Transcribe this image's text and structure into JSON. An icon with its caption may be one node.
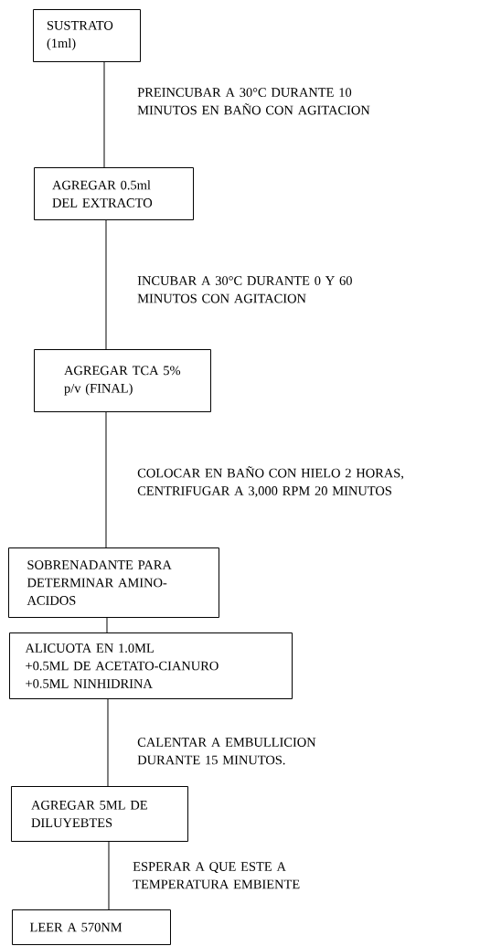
{
  "diagram": {
    "nodes": [
      {
        "text": [
          "SUSTRATO (1ml)"
        ]
      },
      {
        "text": [
          "AGREGAR 0.5ml DEL EXTRACTO"
        ]
      },
      {
        "text": [
          "AGREGAR TCA 5% p/v (FINAL)"
        ]
      },
      {
        "text": [
          "SOBRENADANTE PARA DETERMINAR AMINO-ACIDOS"
        ]
      },
      {
        "text": [
          "ALICUOTA EN 1.0ML",
          "+0.5ML DE ACETATO-CIANURO",
          "+0.5ML NINHIDRINA"
        ]
      },
      {
        "text": [
          "AGREGAR 5ML DE DILUYEBTES"
        ]
      },
      {
        "text": [
          "LEER A 570NM"
        ]
      }
    ],
    "edges": [
      {
        "from": 0,
        "to": 1,
        "arrow": "none",
        "label": "PREINCUBAR A 30°C DURANTE 10 MINUTOS EN BAÑO CON AGITACION"
      },
      {
        "from": 1,
        "to": 2,
        "arrow": "none",
        "label": "INCUBAR A 30°C DURANTE 0 Y 60 MINUTOS CON AGITACION"
      },
      {
        "from": 2,
        "to": 3,
        "arrow": "none",
        "label": "COLOCAR EN BAÑO CON HIELO 2 HORAS, CENTRIFUGAR A 3,000 RPM 20 MINUTOS"
      },
      {
        "from": 3,
        "to": 4,
        "arrow": "none"
      },
      {
        "from": 4,
        "to": 5,
        "arrow": "none",
        "label": "CALENTAR A EMBULLICION DURANTE 15 MINUTOS."
      },
      {
        "from": 5,
        "to": 6,
        "arrow": "none",
        "label": "ESPERAR A QUE ESTE A TEMPERATURA EMBIENTE"
      }
    ]
  }
}
